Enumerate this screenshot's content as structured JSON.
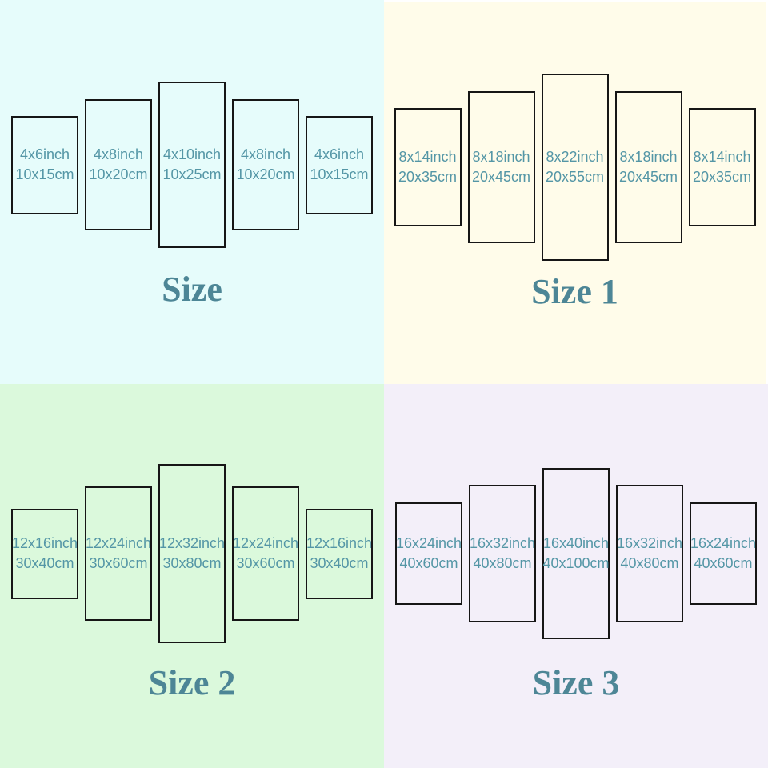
{
  "page": {
    "background_color": "#ffffff",
    "label_text_color": "#5496a6",
    "title_text_color": "#4d8696",
    "panel_border_color": "#161616"
  },
  "quadrants": [
    {
      "title": "Size",
      "background_color": "#e6fcfb",
      "panels": [
        {
          "inch": "4x6inch",
          "cm": "10x15cm"
        },
        {
          "inch": "4x8inch",
          "cm": "10x20cm"
        },
        {
          "inch": "4x10inch",
          "cm": "10x25cm"
        },
        {
          "inch": "4x8inch",
          "cm": "10x20cm"
        },
        {
          "inch": "4x6inch",
          "cm": "10x15cm"
        }
      ]
    },
    {
      "title": "Size 1",
      "background_color": "#fffcea",
      "panels": [
        {
          "inch": "8x14inch",
          "cm": "20x35cm"
        },
        {
          "inch": "8x18inch",
          "cm": "20x45cm"
        },
        {
          "inch": "8x22inch",
          "cm": "20x55cm"
        },
        {
          "inch": "8x18inch",
          "cm": "20x45cm"
        },
        {
          "inch": "8x14inch",
          "cm": "20x35cm"
        }
      ]
    },
    {
      "title": "Size 2",
      "background_color": "#dbf9dc",
      "panels": [
        {
          "inch": "12x16inch",
          "cm": "30x40cm"
        },
        {
          "inch": "12x24inch",
          "cm": "30x60cm"
        },
        {
          "inch": "12x32inch",
          "cm": "30x80cm"
        },
        {
          "inch": "12x24inch",
          "cm": "30x60cm"
        },
        {
          "inch": "12x16inch",
          "cm": "30x40cm"
        }
      ]
    },
    {
      "title": "Size 3",
      "background_color": "#f3eff9",
      "panels": [
        {
          "inch": "16x24inch",
          "cm": "40x60cm"
        },
        {
          "inch": "16x32inch",
          "cm": "40x80cm"
        },
        {
          "inch": "16x40inch",
          "cm": "40x100cm"
        },
        {
          "inch": "16x32inch",
          "cm": "40x80cm"
        },
        {
          "inch": "16x24inch",
          "cm": "40x60cm"
        }
      ]
    }
  ]
}
